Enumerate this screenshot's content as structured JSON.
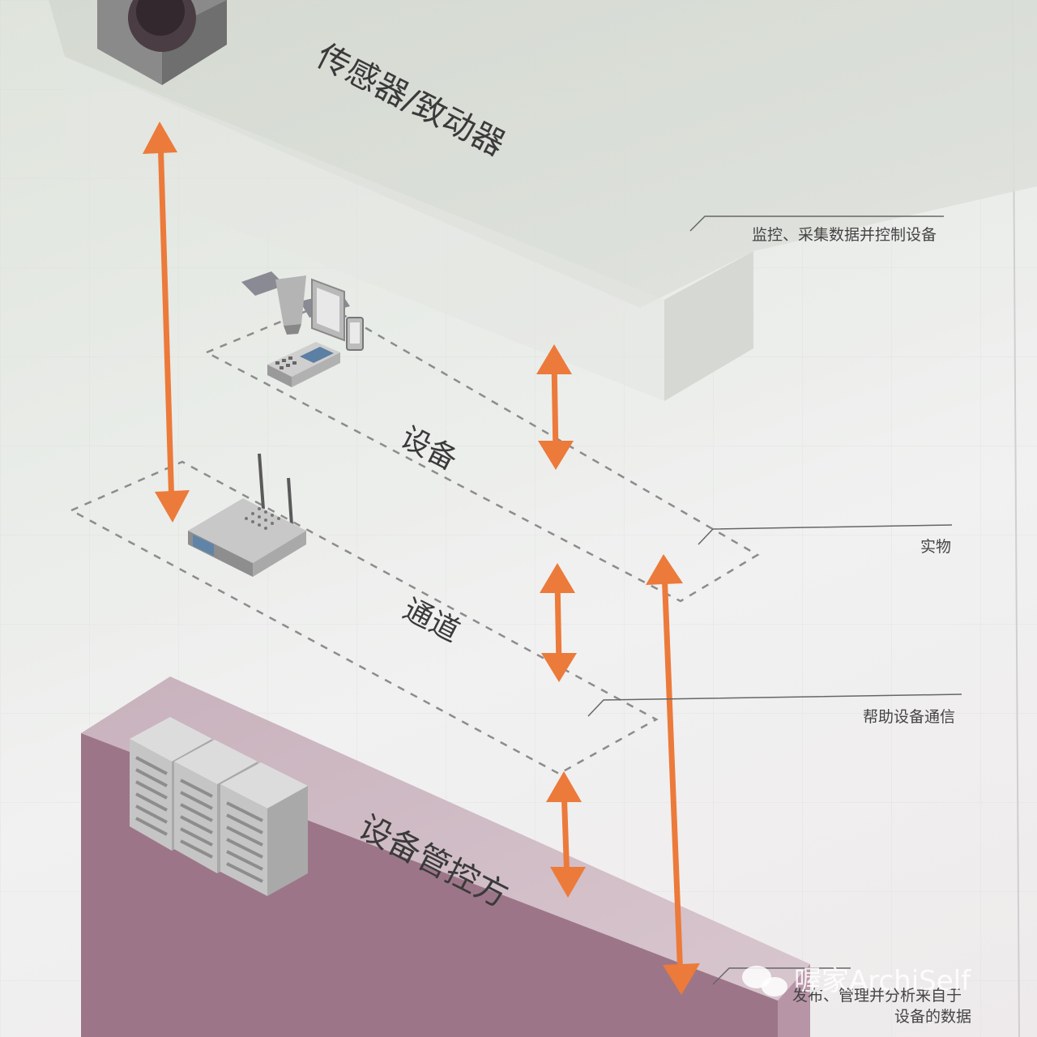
{
  "layers": {
    "sensors": {
      "title": "传感器/致动器"
    },
    "devices": {
      "title": "设备"
    },
    "channel": {
      "title": "通道"
    },
    "manager": {
      "title": "设备管控方"
    }
  },
  "annotations": {
    "sensors": "监控、采集数据并控制设备",
    "devices": "实物",
    "channel": "帮助设备通信",
    "manager_line1": "发布、管理并分析来自于",
    "manager_line2": "设备的数据"
  },
  "watermark": "喔家ArchiSelf",
  "colors": {
    "arrow": "#ec7a3a",
    "sensor_block": "#c9cec7",
    "manager_block": "#9c7688",
    "dashed": "#8c8c8c"
  }
}
